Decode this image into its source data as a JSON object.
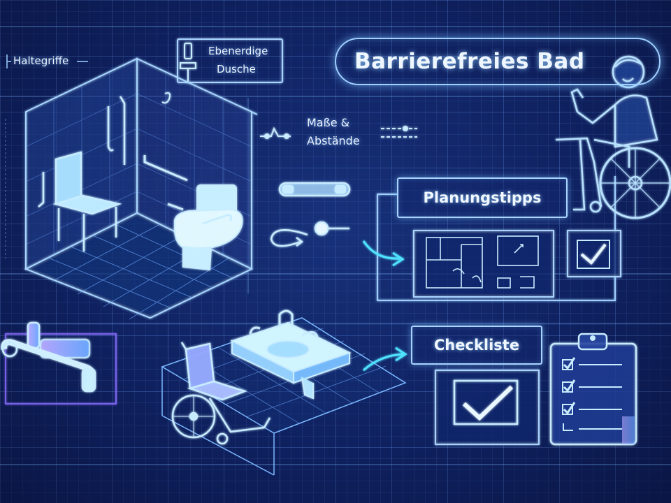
{
  "title": "Barrierefreies Bad",
  "labels": {
    "grab_bars": "Haltegriffe",
    "shower_line1": "Ebenerdige",
    "shower_line2": "Dusche",
    "dimensions_line1": "Maße &",
    "dimensions_line2": "Abstände",
    "planning_tips": "Planungstipps",
    "checklist": "Checkliste"
  },
  "colors": {
    "background": "#0f2160",
    "line": "#8cc8ff",
    "glow": "#5fd0ff",
    "accent_cyan": "#4fe3ff",
    "accent_purple": "#8a6cff"
  },
  "icons": [
    "grab-bar-icon",
    "shower-icon",
    "shower-chair-icon",
    "toilet-icon",
    "wheelchair-icon",
    "sink-icon",
    "floor-plan-icon",
    "check-icon",
    "clipboard-checklist-icon",
    "person-wheelchair-icon",
    "arrow-icon"
  ]
}
